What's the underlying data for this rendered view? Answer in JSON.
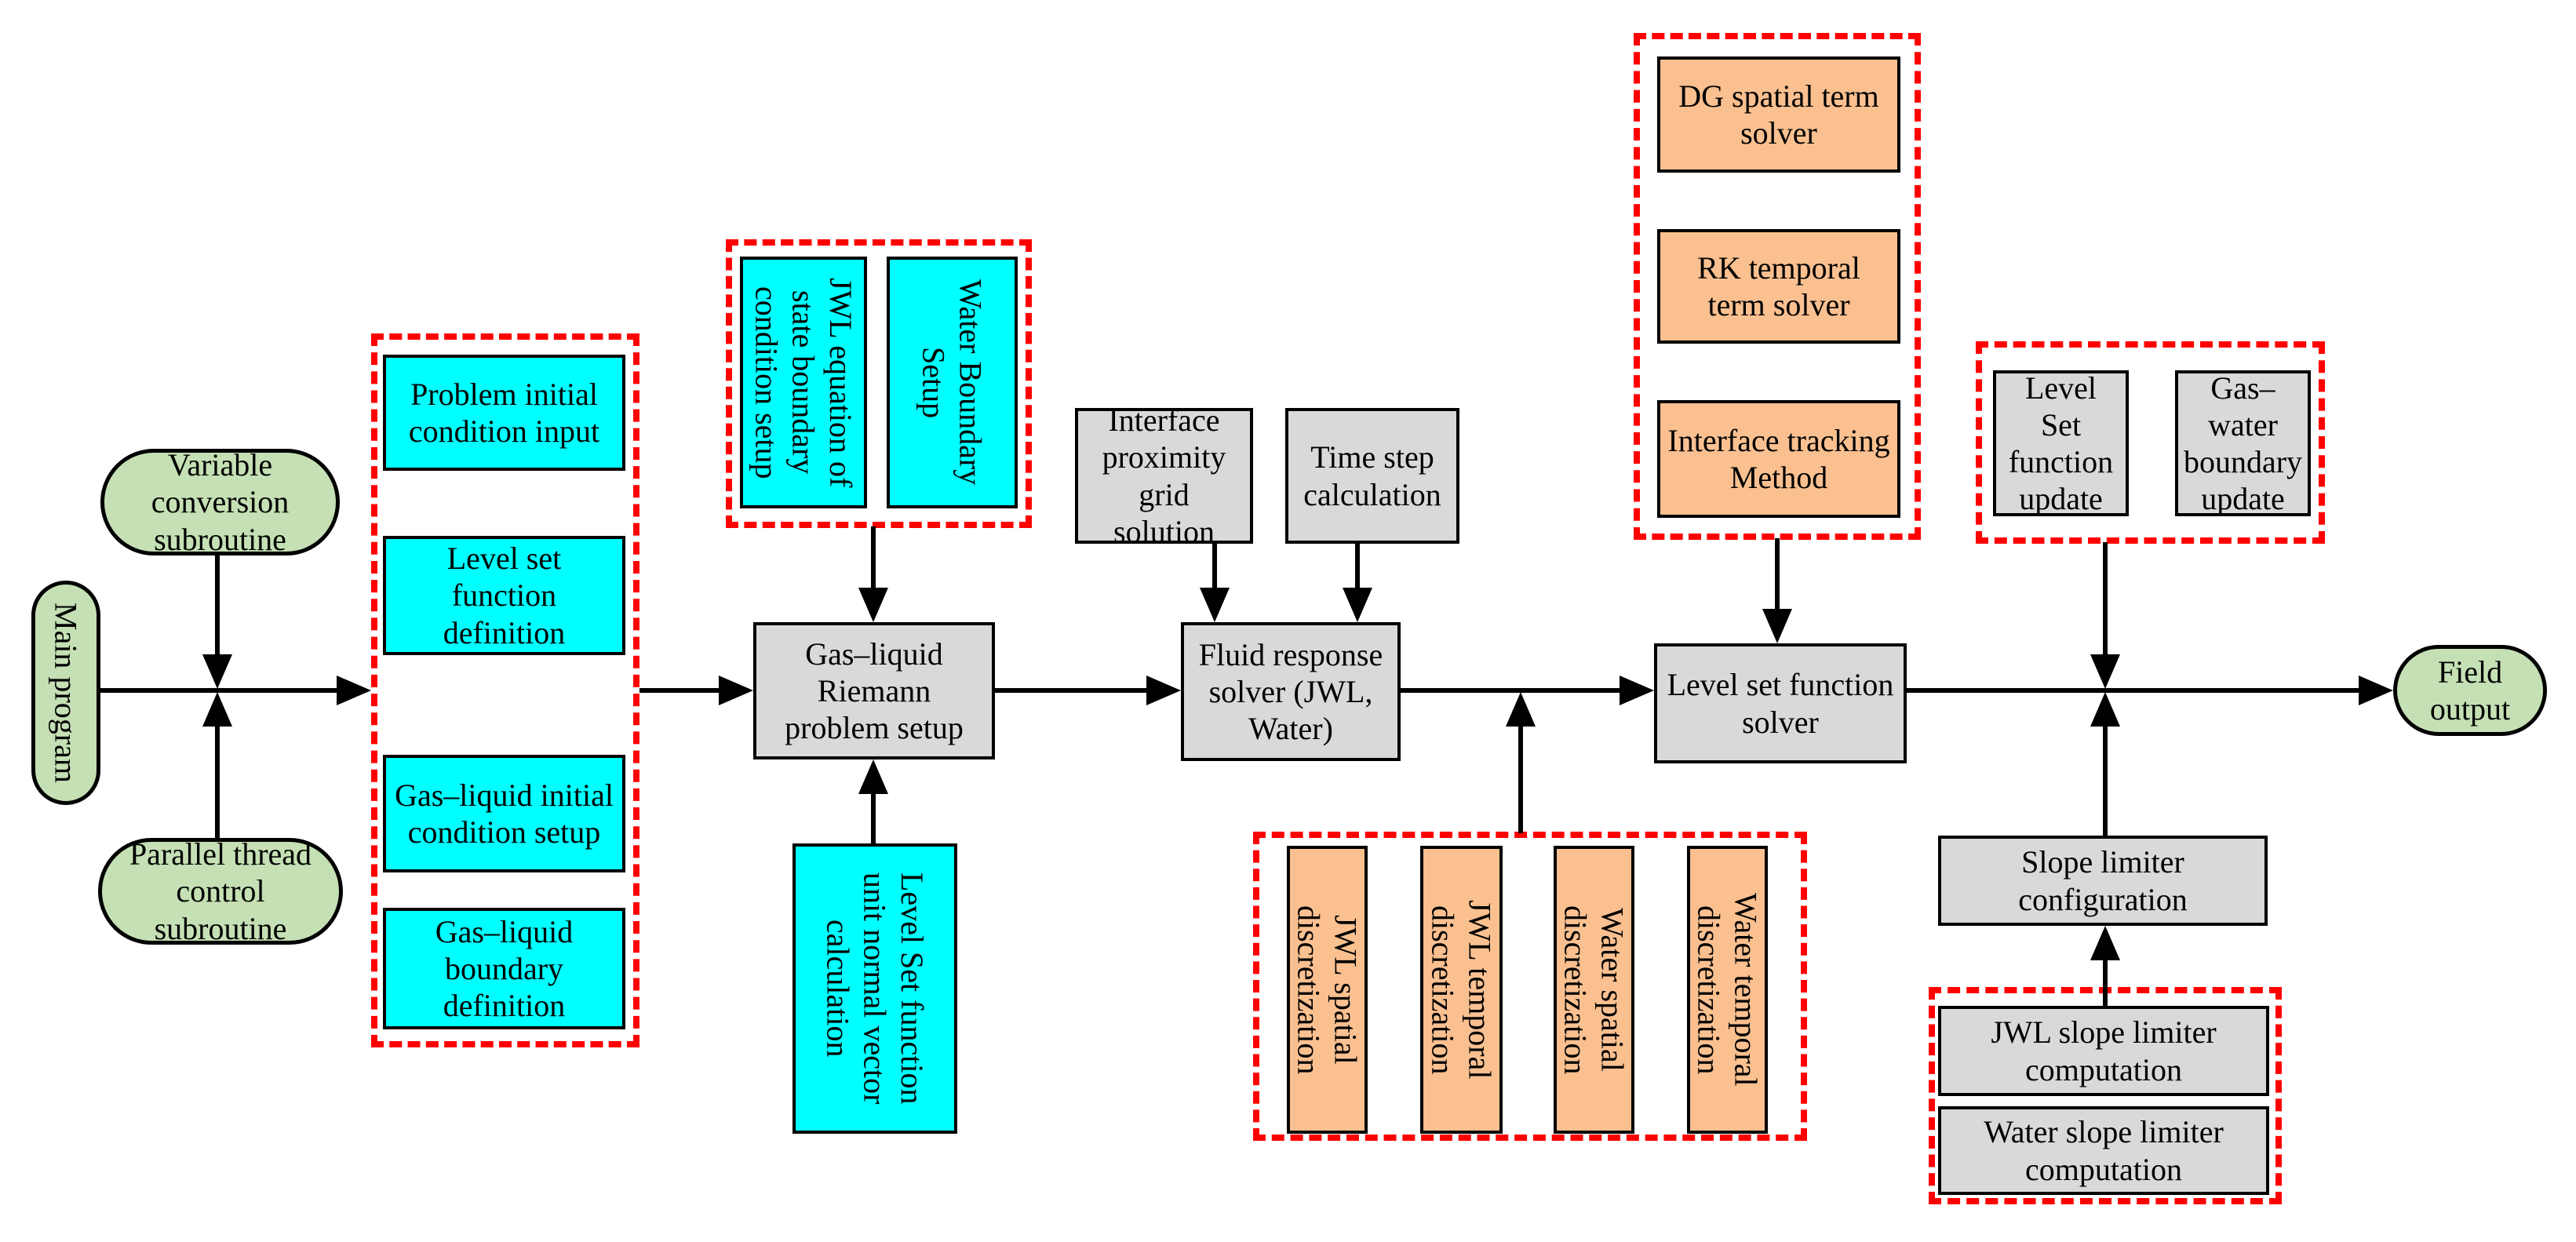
{
  "diagram": {
    "title": "Program structure flowchart",
    "colors": {
      "subroutine_green": "#C5E0B4",
      "input_cyan": "#00FFFF",
      "process_gray": "#D9D9D9",
      "solver_orange": "#FAC090",
      "group_border_red": "#FF0000",
      "connector_black": "#000000",
      "background": "#FFFFFF"
    }
  },
  "nodes": {
    "main_program": {
      "label": "Main program",
      "shape": "stadium",
      "fill": "#C5E0B4"
    },
    "variable_conversion": {
      "label": "Variable conversion subroutine",
      "shape": "stadium",
      "fill": "#C5E0B4"
    },
    "parallel_thread": {
      "label": "Parallel thread control subroutine",
      "shape": "stadium",
      "fill": "#C5E0B4"
    },
    "problem_initial": {
      "label": "Problem initial condition input",
      "shape": "rect",
      "fill": "#00FFFF"
    },
    "level_set_definition": {
      "label": "Level set function definition",
      "shape": "rect",
      "fill": "#00FFFF"
    },
    "gas_liquid_initial": {
      "label": "Gas–liquid initial condition setup",
      "shape": "rect",
      "fill": "#00FFFF"
    },
    "gas_liquid_boundary": {
      "label": "Gas–liquid boundary definition",
      "shape": "rect",
      "fill": "#00FFFF"
    },
    "jwl_eos_boundary": {
      "label": "JWL equation of state boundary condition setup",
      "shape": "rect-vertical",
      "fill": "#00FFFF"
    },
    "water_boundary": {
      "label": "Water Boundary Setup",
      "shape": "rect-vertical",
      "fill": "#00FFFF"
    },
    "riemann_setup": {
      "label": "Gas–liquid Riemann problem setup",
      "shape": "rect",
      "fill": "#D9D9D9"
    },
    "ls_normal_vector": {
      "label": "Level Set function unit normal vector calculation",
      "shape": "rect-vertical",
      "fill": "#00FFFF"
    },
    "interface_proximity": {
      "label": "Interface proximity grid solution",
      "shape": "rect",
      "fill": "#D9D9D9"
    },
    "time_step": {
      "label": "Time step calculation",
      "shape": "rect",
      "fill": "#D9D9D9"
    },
    "fluid_solver": {
      "label": "Fluid response solver (JWL, Water)",
      "shape": "rect",
      "fill": "#D9D9D9"
    },
    "jwl_spatial": {
      "label": "JWL spatial discretization",
      "shape": "rect-vertical",
      "fill": "#FAC090"
    },
    "jwl_temporal": {
      "label": "JWL temporal discretization",
      "shape": "rect-vertical",
      "fill": "#FAC090"
    },
    "water_spatial": {
      "label": "Water spatial discretization",
      "shape": "rect-vertical",
      "fill": "#FAC090"
    },
    "water_temporal": {
      "label": "Water temporal discretization",
      "shape": "rect-vertical",
      "fill": "#FAC090"
    },
    "dg_spatial": {
      "label": "DG spatial term solver",
      "shape": "rect",
      "fill": "#FAC090"
    },
    "rk_temporal": {
      "label": "RK temporal term solver",
      "shape": "rect",
      "fill": "#FAC090"
    },
    "interface_tracking": {
      "label": "Interface tracking Method",
      "shape": "rect",
      "fill": "#FAC090"
    },
    "ls_solver": {
      "label": "Level set function solver",
      "shape": "rect",
      "fill": "#D9D9D9"
    },
    "ls_update": {
      "label": "Level Set function update",
      "shape": "rect",
      "fill": "#D9D9D9"
    },
    "gas_water_update": {
      "label": "Gas–water boundary update",
      "shape": "rect",
      "fill": "#D9D9D9"
    },
    "slope_config": {
      "label": "Slope limiter configuration",
      "shape": "rect",
      "fill": "#D9D9D9"
    },
    "jwl_slope": {
      "label": "JWL slope limiter computation",
      "shape": "rect",
      "fill": "#D9D9D9"
    },
    "water_slope": {
      "label": "Water slope limiter computation",
      "shape": "rect",
      "fill": "#D9D9D9"
    },
    "field_output": {
      "label": "Field output",
      "shape": "stadium",
      "fill": "#C5E0B4"
    }
  }
}
